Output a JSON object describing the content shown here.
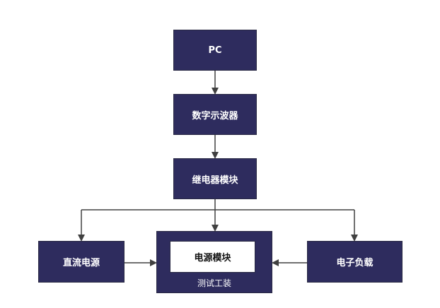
{
  "colors": {
    "node_fill": "#2e2c5e",
    "line": "#404040",
    "inner_box": "#ffffff"
  },
  "nodes": {
    "pc": "PC",
    "oscilloscope": "数字示波器",
    "relay_module": "继电器模块",
    "dc_power": "直流电源",
    "power_module": "电源模块",
    "test_fixture": "测试工装",
    "electronic_load": "电子负载"
  }
}
